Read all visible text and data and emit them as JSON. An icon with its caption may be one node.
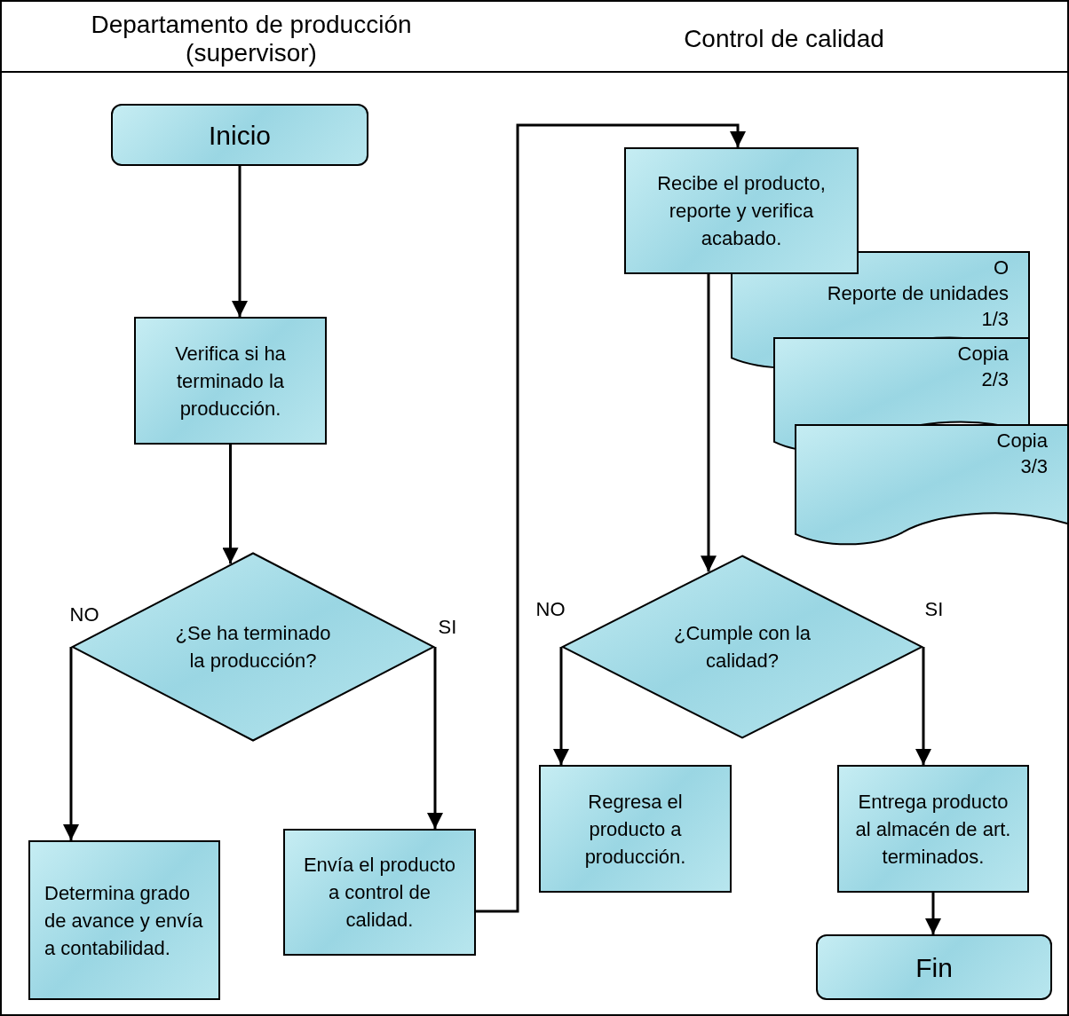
{
  "diagram": {
    "nodes": [
      {
        "text": [
          "Inicio"
        ]
      },
      {
        "text": [
          "Verifica si ha terminado la producción."
        ]
      },
      {
        "text": [
          "¿Se ha terminado la producción?"
        ]
      },
      {
        "text": [
          "Determina grado de avance y envía a contabilidad."
        ]
      },
      {
        "text": [
          "Envía el producto a control de calidad."
        ]
      },
      {
        "text": [
          "Recibe el producto, reporte y verifica acabado."
        ]
      },
      {
        "text": [
          "O",
          "Reporte de unidades",
          "1/3"
        ]
      },
      {
        "text": [
          "Copia",
          "2/3"
        ]
      },
      {
        "text": [
          "Copia",
          "3/3"
        ]
      },
      {
        "text": [
          "¿Cumple con la calidad?"
        ]
      },
      {
        "text": [
          "Regresa el producto a producción."
        ]
      },
      {
        "text": [
          "Entrega producto al almacén de art. terminados."
        ]
      },
      {
        "text": [
          "Fin"
        ]
      }
    ],
    "edges": [
      {
        "from": 0,
        "to": 1,
        "arrow": "to"
      },
      {
        "from": 1,
        "to": 2,
        "arrow": "to"
      },
      {
        "from": 2,
        "to": 3,
        "arrow": "to",
        "label": "NO"
      },
      {
        "from": 2,
        "to": 4,
        "arrow": "to",
        "label": "SI"
      },
      {
        "from": 4,
        "to": 5,
        "arrow": "to"
      },
      {
        "from": 5,
        "to": 9,
        "arrow": "to"
      },
      {
        "from": 9,
        "to": 10,
        "arrow": "to",
        "label": "NO"
      },
      {
        "from": 9,
        "to": 11,
        "arrow": "to",
        "label": "SI"
      },
      {
        "from": 11,
        "to": 12,
        "arrow": "to"
      }
    ],
    "labels": [
      "Departamento de producción (supervisor)",
      "Control de calidad"
    ]
  }
}
